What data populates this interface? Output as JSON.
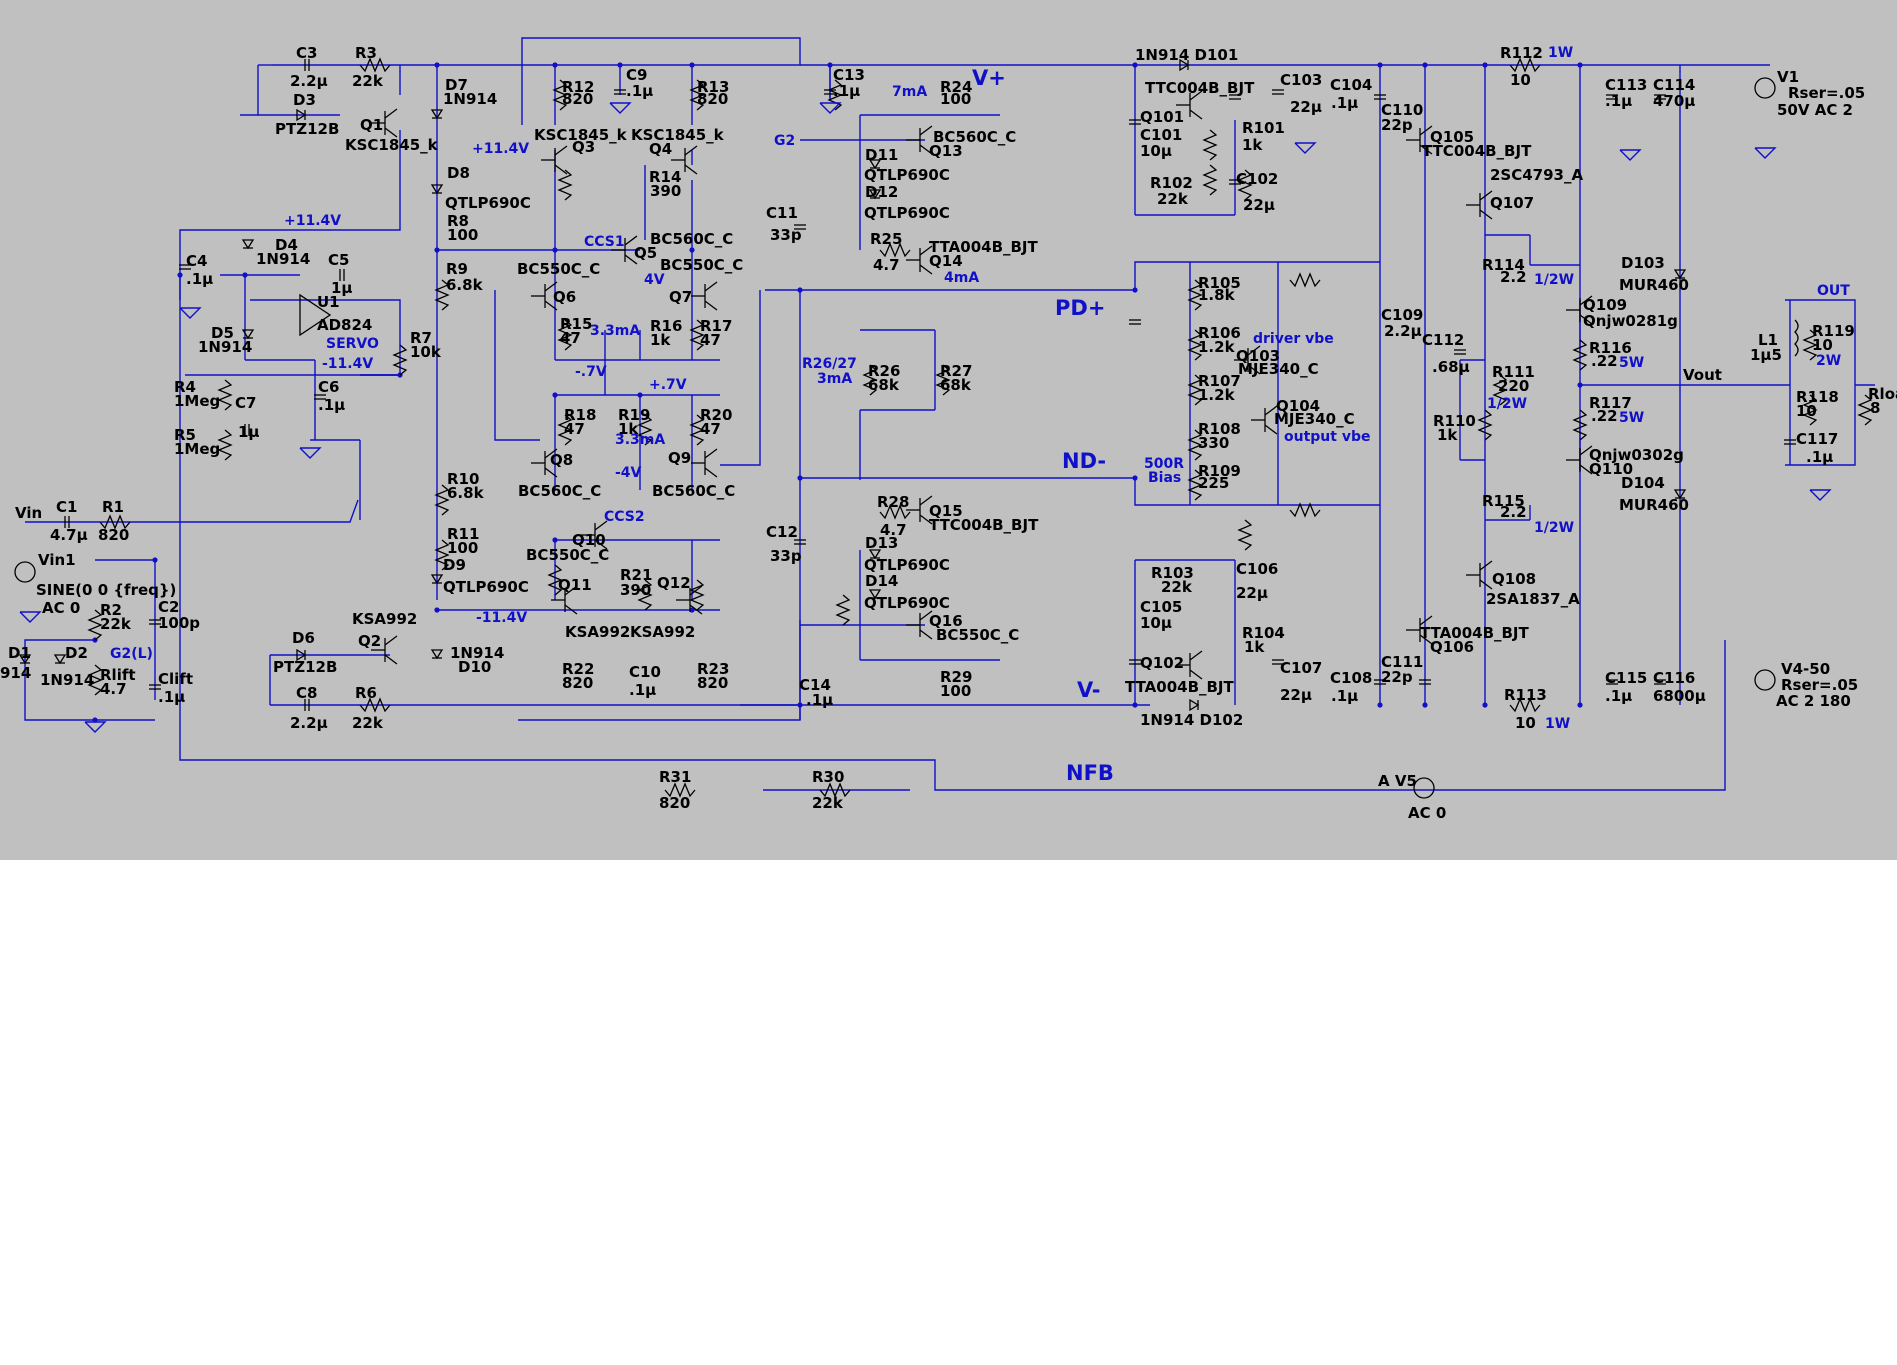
{
  "window": {
    "bg": "#c0c0c0",
    "wire": "#1010c8",
    "component": "#000000",
    "page_bg": "#ffffff"
  },
  "nets": {
    "vplus": "V+",
    "vminus": "V-",
    "pdplus": "PD+",
    "ndminus": "ND-",
    "nfb": "NFB",
    "g2": "G2",
    "ccs1": "CCS1",
    "ccs2": "CCS2",
    "servo": "SERVO",
    "p11_4a": "+11.4V",
    "p11_4b": "+11.4V",
    "m11_4a": "-11.4V",
    "m11_4b": "-11.4V",
    "v4": "4V",
    "i4ma": "4mA",
    "i7ma": "7mA",
    "i3_3a": "3.3mA",
    "i3_3b": "3.3mA",
    "m07": "-.7V",
    "p07": "+.7V",
    "m4v": "-4V",
    "r2627": "R26/27",
    "i3ma": "3mA",
    "bias1": "500R",
    "bias2": "Bias",
    "drv": "driver vbe",
    "outvbe": "output vbe",
    "w1a": "1W",
    "w1b": "1W",
    "w12a": "1/2W",
    "w12b": "1/2W",
    "w12c": "1/2W",
    "w5a": "5W",
    "w5b": "5W",
    "w2": "2W",
    "out": "OUT",
    "vout": "Vout",
    "g2l": "G2(L)",
    "vin": "Vin"
  },
  "labels": [
    {
      "id": "C3",
      "t": "C3"
    },
    {
      "id": "C3v",
      "t": "2.2µ"
    },
    {
      "id": "R3",
      "t": "R3"
    },
    {
      "id": "R3v",
      "t": "22k"
    },
    {
      "id": "D3",
      "t": "D3"
    },
    {
      "id": "D3v",
      "t": "PTZ12B"
    },
    {
      "id": "Q1",
      "t": "Q1"
    },
    {
      "id": "Q1v",
      "t": "KSC1845_k"
    },
    {
      "id": "D7",
      "t": "D7"
    },
    {
      "id": "D7v",
      "t": "1N914"
    },
    {
      "id": "R12",
      "t": "R12"
    },
    {
      "id": "R12v",
      "t": "820"
    },
    {
      "id": "C9",
      "t": "C9"
    },
    {
      "id": "C9v",
      "t": ".1µ"
    },
    {
      "id": "R13",
      "t": "R13"
    },
    {
      "id": "R13v",
      "t": "820"
    },
    {
      "id": "C13",
      "t": "C13"
    },
    {
      "id": "C13v",
      "t": ".1µ"
    },
    {
      "id": "R24",
      "t": "R24"
    },
    {
      "id": "R24v",
      "t": "100"
    },
    {
      "id": "Q3v",
      "t": "KSC1845_k"
    },
    {
      "id": "Q3",
      "t": "Q3"
    },
    {
      "id": "Q4v",
      "t": "KSC1845_k"
    },
    {
      "id": "Q4",
      "t": "Q4"
    },
    {
      "id": "D8",
      "t": "D8"
    },
    {
      "id": "D8v",
      "t": "QTLP690C"
    },
    {
      "id": "R8",
      "t": "R8"
    },
    {
      "id": "R8v",
      "t": "100"
    },
    {
      "id": "R14",
      "t": "R14"
    },
    {
      "id": "R14v",
      "t": "390"
    },
    {
      "id": "Q5v",
      "t": "BC560C_C"
    },
    {
      "id": "Q5",
      "t": "Q5"
    },
    {
      "id": "C4",
      "t": "C4"
    },
    {
      "id": "C4v",
      "t": ".1µ"
    },
    {
      "id": "D4",
      "t": "D4"
    },
    {
      "id": "D4v",
      "t": "1N914"
    },
    {
      "id": "C5",
      "t": "C5"
    },
    {
      "id": "C5v",
      "t": "1µ"
    },
    {
      "id": "U1",
      "t": "U1"
    },
    {
      "id": "U1v",
      "t": "AD824"
    },
    {
      "id": "R9",
      "t": "R9"
    },
    {
      "id": "R9v",
      "t": "6.8k"
    },
    {
      "id": "Q6v",
      "t": "BC550C_C"
    },
    {
      "id": "Q6",
      "t": "Q6"
    },
    {
      "id": "Q7v",
      "t": "BC550C_C"
    },
    {
      "id": "Q7",
      "t": "Q7"
    },
    {
      "id": "D5",
      "t": "D5"
    },
    {
      "id": "D5v",
      "t": "1N914"
    },
    {
      "id": "R7",
      "t": "R7"
    },
    {
      "id": "R7v",
      "t": "10k"
    },
    {
      "id": "R15",
      "t": "R15"
    },
    {
      "id": "R15v",
      "t": "47"
    },
    {
      "id": "R16",
      "t": "R16"
    },
    {
      "id": "R16v",
      "t": "1k"
    },
    {
      "id": "R17",
      "t": "R17"
    },
    {
      "id": "R17v",
      "t": "47"
    },
    {
      "id": "R4",
      "t": "R4"
    },
    {
      "id": "R4v",
      "t": "1Meg"
    },
    {
      "id": "C6",
      "t": "C6"
    },
    {
      "id": "C6v",
      "t": ".1µ"
    },
    {
      "id": "C7",
      "t": "C7"
    },
    {
      "id": "C7v",
      "t": "1µ"
    },
    {
      "id": "R5",
      "t": "R5"
    },
    {
      "id": "R5v",
      "t": "1Meg"
    },
    {
      "id": "R18",
      "t": "R18"
    },
    {
      "id": "R18v",
      "t": "47"
    },
    {
      "id": "R19",
      "t": "R19"
    },
    {
      "id": "R19v",
      "t": "1k"
    },
    {
      "id": "R20",
      "t": "R20"
    },
    {
      "id": "R20v",
      "t": "47"
    },
    {
      "id": "Q8",
      "t": "Q8"
    },
    {
      "id": "Q8v",
      "t": "BC560C_C"
    },
    {
      "id": "Q9",
      "t": "Q9"
    },
    {
      "id": "Q9v",
      "t": "BC560C_C"
    },
    {
      "id": "R10",
      "t": "R10"
    },
    {
      "id": "R10v",
      "t": "6.8k"
    },
    {
      "id": "C1",
      "t": "C1"
    },
    {
      "id": "C1v",
      "t": "4.7µ"
    },
    {
      "id": "R1",
      "t": "R1"
    },
    {
      "id": "R1v",
      "t": "820"
    },
    {
      "id": "Vin1",
      "t": "Vin1"
    },
    {
      "id": "Vin1v",
      "t": "SINE(0 0 {freq})"
    },
    {
      "id": "Vin1ac",
      "t": "AC 0"
    },
    {
      "id": "R11",
      "t": "R11"
    },
    {
      "id": "R11v",
      "t": "100"
    },
    {
      "id": "Q10",
      "t": "Q10"
    },
    {
      "id": "Q10v",
      "t": "BC550C_C"
    },
    {
      "id": "D9",
      "t": "D9"
    },
    {
      "id": "D9v",
      "t": "QTLP690C"
    },
    {
      "id": "Q11",
      "t": "Q11"
    },
    {
      "id": "R21",
      "t": "R21"
    },
    {
      "id": "R21v",
      "t": "390"
    },
    {
      "id": "Q12",
      "t": "Q12"
    },
    {
      "id": "C2",
      "t": "C2"
    },
    {
      "id": "C2v",
      "t": "100p"
    },
    {
      "id": "R2",
      "t": "R2"
    },
    {
      "id": "R2v",
      "t": "22k"
    },
    {
      "id": "Q2v",
      "t": "KSA992"
    },
    {
      "id": "Q11v",
      "t": "KSA992"
    },
    {
      "id": "Q12v",
      "t": "KSA992"
    },
    {
      "id": "D1",
      "t": "D1"
    },
    {
      "id": "D1v",
      "t": "914"
    },
    {
      "id": "D2",
      "t": "D2"
    },
    {
      "id": "D2v",
      "t": "1N914"
    },
    {
      "id": "Rlift",
      "t": "Rlift"
    },
    {
      "id": "Rliftv",
      "t": "4.7"
    },
    {
      "id": "Clift",
      "t": "Clift"
    },
    {
      "id": "Cliftv",
      "t": ".1µ"
    },
    {
      "id": "D6",
      "t": "D6"
    },
    {
      "id": "D6v",
      "t": "PTZ12B"
    },
    {
      "id": "Q2",
      "t": "Q2"
    },
    {
      "id": "D10v",
      "t": "1N914"
    },
    {
      "id": "D10",
      "t": "D10"
    },
    {
      "id": "R22",
      "t": "R22"
    },
    {
      "id": "R22v",
      "t": "820"
    },
    {
      "id": "C10",
      "t": "C10"
    },
    {
      "id": "C10v",
      "t": ".1µ"
    },
    {
      "id": "R23",
      "t": "R23"
    },
    {
      "id": "R23v",
      "t": "820"
    },
    {
      "id": "C8",
      "t": "C8"
    },
    {
      "id": "C8v",
      "t": "2.2µ"
    },
    {
      "id": "R6",
      "t": "R6"
    },
    {
      "id": "R6v",
      "t": "22k"
    },
    {
      "id": "R31",
      "t": "R31"
    },
    {
      "id": "R31v",
      "t": "820"
    },
    {
      "id": "R30",
      "t": "R30"
    },
    {
      "id": "R30v",
      "t": "22k"
    },
    {
      "id": "Q13v",
      "t": "BC560C_C"
    },
    {
      "id": "Q13",
      "t": "Q13"
    },
    {
      "id": "D11",
      "t": "D11"
    },
    {
      "id": "D11v",
      "t": "QTLP690C"
    },
    {
      "id": "D12",
      "t": "D12"
    },
    {
      "id": "D12v",
      "t": "QTLP690C"
    },
    {
      "id": "C11",
      "t": "C11"
    },
    {
      "id": "C11v",
      "t": "33p"
    },
    {
      "id": "R25",
      "t": "R25"
    },
    {
      "id": "R25v",
      "t": "4.7"
    },
    {
      "id": "Q14v",
      "t": "TTA004B_BJT"
    },
    {
      "id": "Q14",
      "t": "Q14"
    },
    {
      "id": "R26",
      "t": "R26"
    },
    {
      "id": "R26v",
      "t": "68k"
    },
    {
      "id": "R27",
      "t": "R27"
    },
    {
      "id": "R27v",
      "t": "68k"
    },
    {
      "id": "C12",
      "t": "C12"
    },
    {
      "id": "C12v",
      "t": "33p"
    },
    {
      "id": "R28",
      "t": "R28"
    },
    {
      "id": "R28v",
      "t": "4.7"
    },
    {
      "id": "Q15",
      "t": "Q15"
    },
    {
      "id": "Q15v",
      "t": "TTC004B_BJT"
    },
    {
      "id": "D13",
      "t": "D13"
    },
    {
      "id": "D13v",
      "t": "QTLP690C"
    },
    {
      "id": "D14",
      "t": "D14"
    },
    {
      "id": "D14v",
      "t": "QTLP690C"
    },
    {
      "id": "Q16",
      "t": "Q16"
    },
    {
      "id": "Q16v",
      "t": "BC550C_C"
    },
    {
      "id": "C14",
      "t": "C14"
    },
    {
      "id": "C14v",
      "t": ".1µ"
    },
    {
      "id": "R29",
      "t": "R29"
    },
    {
      "id": "R29v",
      "t": "100"
    },
    {
      "id": "D101",
      "t": "1N914 D101"
    },
    {
      "id": "Q101v",
      "t": "TTC004B_BJT"
    },
    {
      "id": "Q101",
      "t": "Q101"
    },
    {
      "id": "C101",
      "t": "C101"
    },
    {
      "id": "C101v",
      "t": "10µ"
    },
    {
      "id": "R101",
      "t": "R101"
    },
    {
      "id": "R101v",
      "t": "1k"
    },
    {
      "id": "R102",
      "t": "R102"
    },
    {
      "id": "R102v",
      "t": "22k"
    },
    {
      "id": "C102",
      "t": "C102"
    },
    {
      "id": "C102v",
      "t": "22µ"
    },
    {
      "id": "C103",
      "t": "C103"
    },
    {
      "id": "C103v",
      "t": "22µ"
    },
    {
      "id": "C104",
      "t": "C104"
    },
    {
      "id": "C104v",
      "t": ".1µ"
    },
    {
      "id": "R105",
      "t": "R105"
    },
    {
      "id": "R105v",
      "t": "1.8k"
    },
    {
      "id": "R106",
      "t": "R106"
    },
    {
      "id": "R106v",
      "t": "1.2k"
    },
    {
      "id": "Q103",
      "t": "Q103"
    },
    {
      "id": "Q103v",
      "t": "MJE340_C"
    },
    {
      "id": "R107",
      "t": "R107"
    },
    {
      "id": "R107v",
      "t": "1.2k"
    },
    {
      "id": "Q104",
      "t": "Q104"
    },
    {
      "id": "Q104v",
      "t": "MJE340_C"
    },
    {
      "id": "R108",
      "t": "R108"
    },
    {
      "id": "R108v",
      "t": "330"
    },
    {
      "id": "R109",
      "t": "R109"
    },
    {
      "id": "R109v",
      "t": "225"
    },
    {
      "id": "R103",
      "t": "R103"
    },
    {
      "id": "R103v",
      "t": "22k"
    },
    {
      "id": "C106",
      "t": "C106"
    },
    {
      "id": "C106v",
      "t": "22µ"
    },
    {
      "id": "C105",
      "t": "C105"
    },
    {
      "id": "C105v",
      "t": "10µ"
    },
    {
      "id": "R104",
      "t": "R104"
    },
    {
      "id": "R104v",
      "t": "1k"
    },
    {
      "id": "Q102",
      "t": "Q102"
    },
    {
      "id": "Q102v",
      "t": "TTA004B_BJT"
    },
    {
      "id": "C107",
      "t": "C107"
    },
    {
      "id": "C107v",
      "t": "22µ"
    },
    {
      "id": "C108",
      "t": "C108"
    },
    {
      "id": "C108v",
      "t": ".1µ"
    },
    {
      "id": "D102",
      "t": "1N914 D102"
    },
    {
      "id": "C110",
      "t": "C110"
    },
    {
      "id": "C110v",
      "t": "22p"
    },
    {
      "id": "Q105",
      "t": "Q105"
    },
    {
      "id": "Q105v",
      "t": "TTC004B_BJT"
    },
    {
      "id": "C109",
      "t": "C109"
    },
    {
      "id": "C109v",
      "t": "2.2µ"
    },
    {
      "id": "C112",
      "t": "C112"
    },
    {
      "id": "C112v",
      "t": ".68µ"
    },
    {
      "id": "R110",
      "t": "R110"
    },
    {
      "id": "R110v",
      "t": "1k"
    },
    {
      "id": "C111",
      "t": "C111"
    },
    {
      "id": "C111v",
      "t": "22p"
    },
    {
      "id": "Q106v",
      "t": "TTA004B_BJT"
    },
    {
      "id": "Q106",
      "t": "Q106"
    },
    {
      "id": "R112",
      "t": "R112"
    },
    {
      "id": "R112v",
      "t": "10"
    },
    {
      "id": "Q107v",
      "t": "2SC4793_A"
    },
    {
      "id": "Q107",
      "t": "Q107"
    },
    {
      "id": "R114",
      "t": "R114"
    },
    {
      "id": "R114v",
      "t": "2.2"
    },
    {
      "id": "R111",
      "t": "R111"
    },
    {
      "id": "R111v",
      "t": "220"
    },
    {
      "id": "R115",
      "t": "R115"
    },
    {
      "id": "R115v",
      "t": "2.2"
    },
    {
      "id": "Q108",
      "t": "Q108"
    },
    {
      "id": "Q108v",
      "t": "2SA1837_A"
    },
    {
      "id": "R113",
      "t": "R113"
    },
    {
      "id": "R113v",
      "t": "10"
    },
    {
      "id": "C113",
      "t": "C113"
    },
    {
      "id": "C113v",
      "t": ".1µ"
    },
    {
      "id": "C114",
      "t": "C114"
    },
    {
      "id": "C114v",
      "t": "470µ"
    },
    {
      "id": "Q109",
      "t": "Q109"
    },
    {
      "id": "Q109v",
      "t": "Qnjw0281g"
    },
    {
      "id": "R116",
      "t": "R116"
    },
    {
      "id": "R116v",
      "t": ".22"
    },
    {
      "id": "R117",
      "t": "R117"
    },
    {
      "id": "R117v",
      "t": ".22"
    },
    {
      "id": "Q110v",
      "t": "Qnjw0302g"
    },
    {
      "id": "Q110",
      "t": "Q110"
    },
    {
      "id": "D103",
      "t": "D103"
    },
    {
      "id": "D103v",
      "t": "MUR460"
    },
    {
      "id": "D104",
      "t": "D104"
    },
    {
      "id": "D104v",
      "t": "MUR460"
    },
    {
      "id": "C115",
      "t": "C115"
    },
    {
      "id": "C115v",
      "t": ".1µ"
    },
    {
      "id": "C116",
      "t": "C116"
    },
    {
      "id": "C116v",
      "t": "6800µ"
    },
    {
      "id": "V1",
      "t": "V1"
    },
    {
      "id": "V1r",
      "t": "Rser=.05"
    },
    {
      "id": "V1v",
      "t": "50V AC 2"
    },
    {
      "id": "L1",
      "t": "L1"
    },
    {
      "id": "L1v",
      "t": "1µ5"
    },
    {
      "id": "R119",
      "t": "R119"
    },
    {
      "id": "R119v",
      "t": "10"
    },
    {
      "id": "R118",
      "t": "R118"
    },
    {
      "id": "R118v",
      "t": "10"
    },
    {
      "id": "C117",
      "t": "C117"
    },
    {
      "id": "C117v",
      "t": ".1µ"
    },
    {
      "id": "Rload",
      "t": "Rloa"
    },
    {
      "id": "Rloadv",
      "t": "8"
    },
    {
      "id": "V4",
      "t": "V4-50"
    },
    {
      "id": "V4r",
      "t": "Rser=.05"
    },
    {
      "id": "V4v",
      "t": "AC 2 180"
    },
    {
      "id": "V5",
      "t": "A V5"
    },
    {
      "id": "V5v",
      "t": "AC 0"
    }
  ]
}
